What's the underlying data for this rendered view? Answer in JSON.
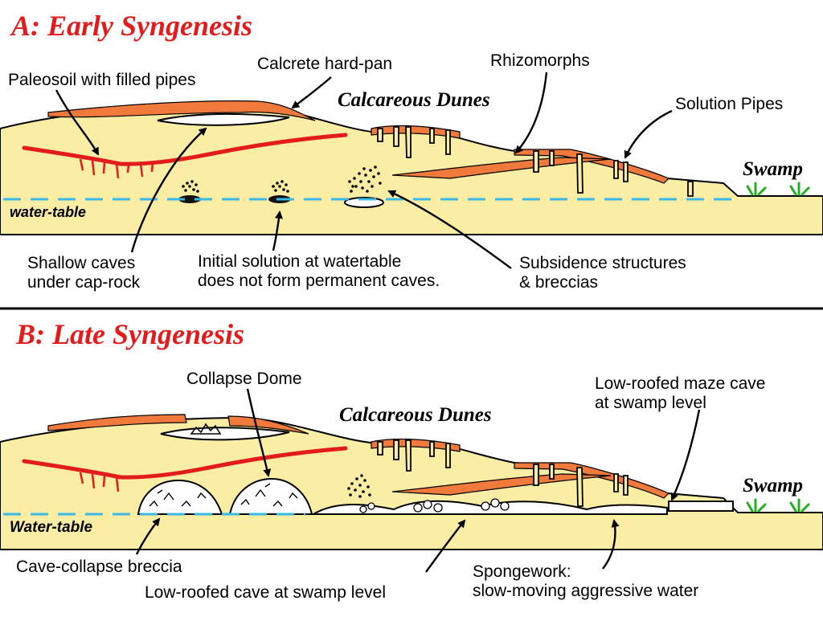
{
  "panel_a": {
    "title": "A: Early Syngenesis",
    "calcrete": "Calcrete hard-pan",
    "rhizomorphs": "Rhizomorphs",
    "paleosoil": "Paleosoil with filled pipes",
    "dunes": "Calcareous Dunes",
    "solution_pipes": "Solution Pipes",
    "swamp": "Swamp",
    "water_table": "water-table",
    "shallow_caves": [
      "Shallow caves",
      "under cap-rock"
    ],
    "initial_solution": [
      "Initial solution at watertable",
      "does not form permanent caves."
    ],
    "subsidence": [
      "Subsidence structures",
      "& breccias"
    ]
  },
  "panel_b": {
    "title": "B: Late Syngenesis",
    "collapse_dome": "Collapse Dome",
    "maze_cave": [
      "Low-roofed maze cave",
      "at swamp level"
    ],
    "dunes": "Calcareous Dunes",
    "swamp": "Swamp",
    "water_table": "Water-table",
    "breccia": "Cave-collapse breccia",
    "low_roofed_cave": "Low-roofed cave at swamp level",
    "spongework": [
      "Spongework:",
      "slow-moving aggressive water"
    ]
  },
  "colors": {
    "title_red": "#e31b1b",
    "sand": "#fbeda4",
    "calcrete_orange": "#f07a3c",
    "water_blue": "#3ab8e6",
    "swamp_green": "#22b022"
  }
}
